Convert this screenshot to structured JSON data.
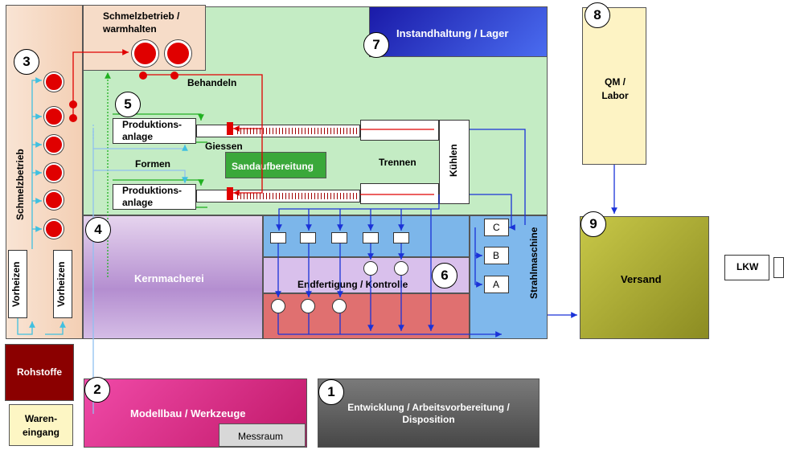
{
  "areas": {
    "schmelzbetrieb": "Schmelzbetrieb",
    "schmelzbetrieb_warm": "Schmelzbetrieb / warmhalten",
    "instandhaltung": "Instandhaltung / Lager",
    "qm": "QM / Labor",
    "behandeln": "Behandeln",
    "produktionsanlage_1": "Produktions-anlage",
    "produktionsanlage_2": "Produktions-anlage",
    "giessen": "Giessen",
    "formen": "Formen",
    "sandaufbereitung": "Sandaufbereitung",
    "trennen": "Trennen",
    "kuehlen": "Kühlen",
    "kernmacherei": "Kernmacherei",
    "endfertigung": "Endfertigung / Kontrolle",
    "strahlmaschine": "Strahlmaschine",
    "versand": "Versand",
    "lkw": "LKW",
    "vorheizen_1": "Vorheizen",
    "vorheizen_2": "Vorheizen",
    "rohstoffe": "Rohstoffe",
    "wareneingang": "Waren-eingang",
    "modellbau": "Modellbau / Werkzeuge",
    "messraum": "Messraum",
    "entwicklung": "Entwicklung / Arbeitsvorbereitung / Disposition",
    "strahl_c": "C",
    "strahl_b": "B",
    "strahl_a": "A"
  },
  "numbers": [
    "1",
    "2",
    "3",
    "4",
    "5",
    "6",
    "7",
    "8",
    "9"
  ],
  "colors": {
    "schmelz": "#f6d9c4",
    "green": "#c4ecc4",
    "blue_dark": "#2a3ad8",
    "qm": "#fdf3c4",
    "sand": "#3aa83a",
    "kern": "#c9a9dc",
    "versand": "#a8a833",
    "rohstoffe": "#8b0000",
    "waren": "#fdf6c4",
    "modellbau": "#e0338a",
    "entwicklung": "#5e5e5e",
    "strahl": "#7fb8ec"
  }
}
